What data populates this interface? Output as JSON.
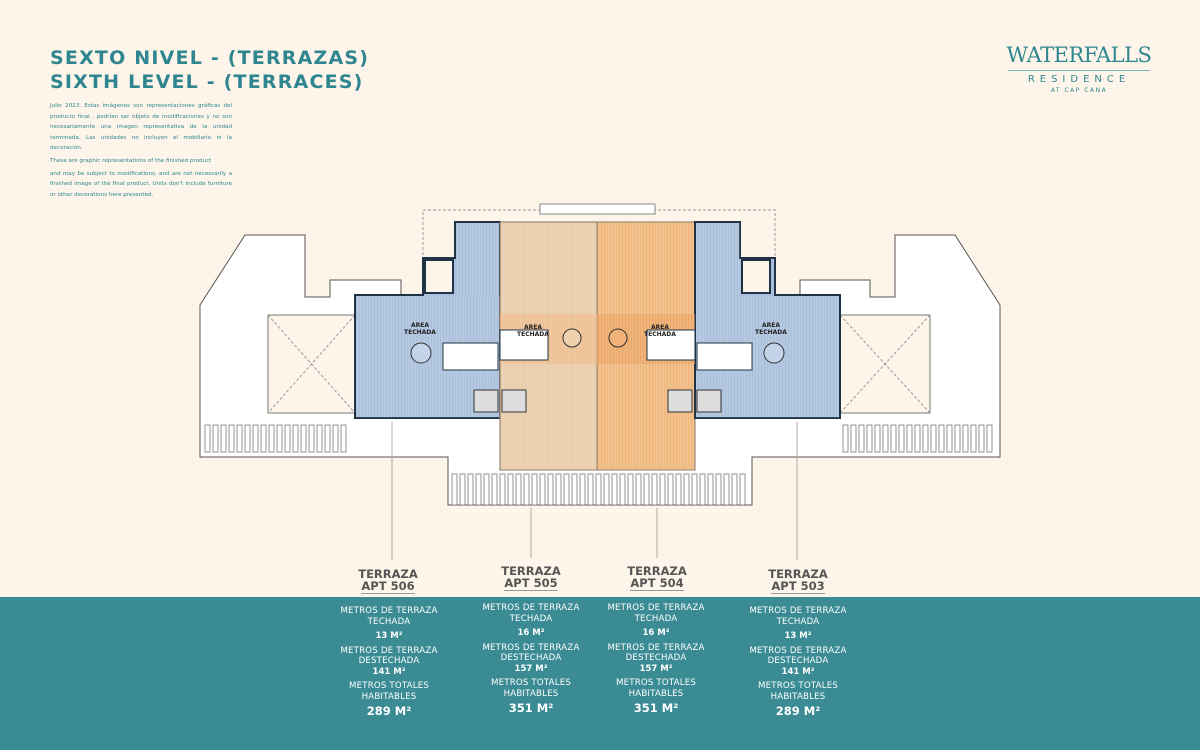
{
  "title": {
    "line1": "SEXTO NIVEL - (TERRAZAS)",
    "line2": "SIXTH LEVEL - (TERRACES)"
  },
  "disclaimer": {
    "es": "Julio 2023. Estas imágenes son representaciones gráficas del producto final , podrían ser objeto de modificaciones y no son necesariamente una imagen representativa de la unidad terminada. Las unidades no incluyen el mobiliario ni la decoración.",
    "en1": "These are graphic representations of the finished product",
    "en2": "and may be subject to modifications, and are not necessarily a finished image of the final product. Units don't include furniture or other decorations here presented."
  },
  "logo": {
    "name": "WATERFALLS",
    "sub": "RESIDENCE",
    "place": "AT CAP CANA"
  },
  "plan": {
    "area_label_line1": "AREA",
    "area_label_line2": "TECHADA",
    "colors": {
      "blue": "#a9bfdc",
      "tan": "#e9cba8",
      "orange": "#efb77c",
      "outline": "#1f3345"
    }
  },
  "units": [
    {
      "label": "TERRAZA",
      "apt": "APT 506",
      "covered_label": "METROS DE TERRAZA TECHADA",
      "covered": "13 M²",
      "uncovered_label": "METROS DE TERRAZA DESTECHADA",
      "uncovered": "141 M²",
      "total_label": "METROS TOTALES HABITABLES",
      "total": "289 M²"
    },
    {
      "label": "TERRAZA",
      "apt": "APT 505",
      "covered_label": "METROS DE TERRAZA TECHADA",
      "covered": "16 M²",
      "uncovered_label": "METROS DE TERRAZA DESTECHADA",
      "uncovered": "157 M²",
      "total_label": "METROS TOTALES HABITABLES",
      "total": "351 M²"
    },
    {
      "label": "TERRAZA",
      "apt": "APT 504",
      "covered_label": "METROS DE TERRAZA TECHADA",
      "covered": "16 M²",
      "uncovered_label": "METROS DE TERRAZA DESTECHADA",
      "uncovered": "157 M²",
      "total_label": "METROS TOTALES HABITABLES",
      "total": "351 M²"
    },
    {
      "label": "TERRAZA",
      "apt": "APT 503",
      "covered_label": "METROS DE TERRAZA TECHADA",
      "covered": "13 M²",
      "uncovered_label": "METROS DE TERRAZA DESTECHADA",
      "uncovered": "141 M²",
      "total_label": "METROS TOTALES HABITABLES",
      "total": "289 M²"
    }
  ]
}
